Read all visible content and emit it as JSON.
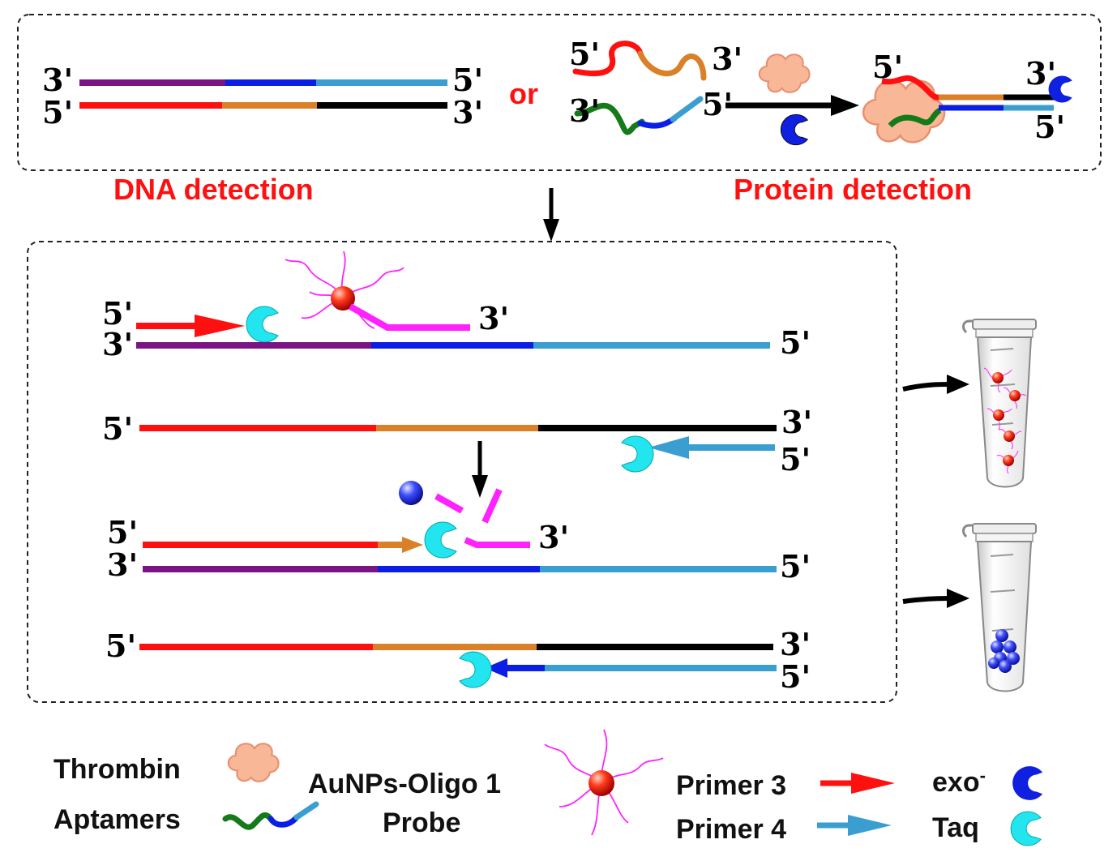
{
  "labels": {
    "or": "or",
    "dna_detection": "DNA detection",
    "protein_detection": "Protein detection",
    "five_prime": "5'",
    "three_prime": "3'"
  },
  "legend": {
    "thrombin": "Thrombin",
    "aptamers": "Aptamers",
    "aunps_oligo": "AuNPs-Oligo 1",
    "probe": "Probe",
    "primer3": "Primer 3",
    "primer4": "Primer 4",
    "exo": "exo",
    "exo_sup": "-",
    "taq": "Taq"
  },
  "colors": {
    "red": "#ff1010",
    "orange": "#d98029",
    "black": "#000000",
    "purple": "#7a1485",
    "blue": "#0a1ee6",
    "lightblue": "#3a9fd0",
    "green": "#157a1a",
    "magenta": "#ff22ff",
    "cyan": "#22e5f0",
    "darkblue": "#1020e0",
    "thrombin": "#f8b898",
    "subtitle": "#ff1010"
  }
}
